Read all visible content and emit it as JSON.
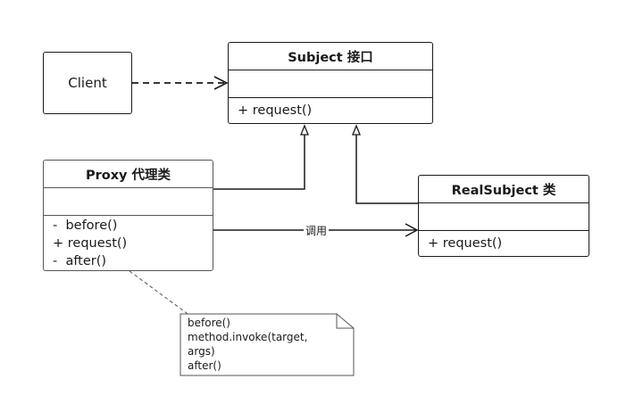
{
  "client": {
    "label": "Client"
  },
  "subject": {
    "title": "Subject 接口",
    "operations": [
      "+ request()"
    ]
  },
  "proxy": {
    "title": "Proxy 代理类",
    "operations": [
      "-  before()",
      "+ request()",
      "-  after()"
    ]
  },
  "real_subject": {
    "title": "RealSubject 类",
    "operations": [
      "+ request()"
    ]
  },
  "note": {
    "lines": [
      "before()",
      "method.invoke(target,",
      "args)",
      "after()"
    ]
  },
  "edges": {
    "proxy_to_real_label": "调用"
  }
}
